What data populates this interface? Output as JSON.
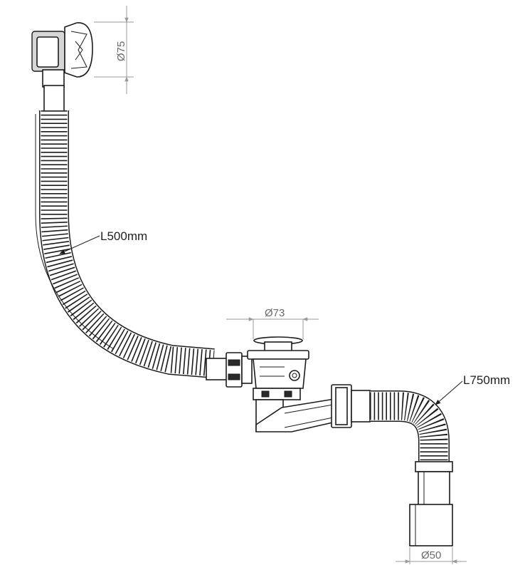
{
  "dimensions": {
    "overflow_diameter": "Ø75",
    "plug_diameter": "Ø73",
    "outlet_diameter": "Ø50"
  },
  "callouts": {
    "overflow_hose_length": "L500mm",
    "outlet_hose_length": "L750mm"
  },
  "colors": {
    "line": "#1c1c1c",
    "dimension": "#9a9a9a",
    "background": "#ffffff"
  }
}
